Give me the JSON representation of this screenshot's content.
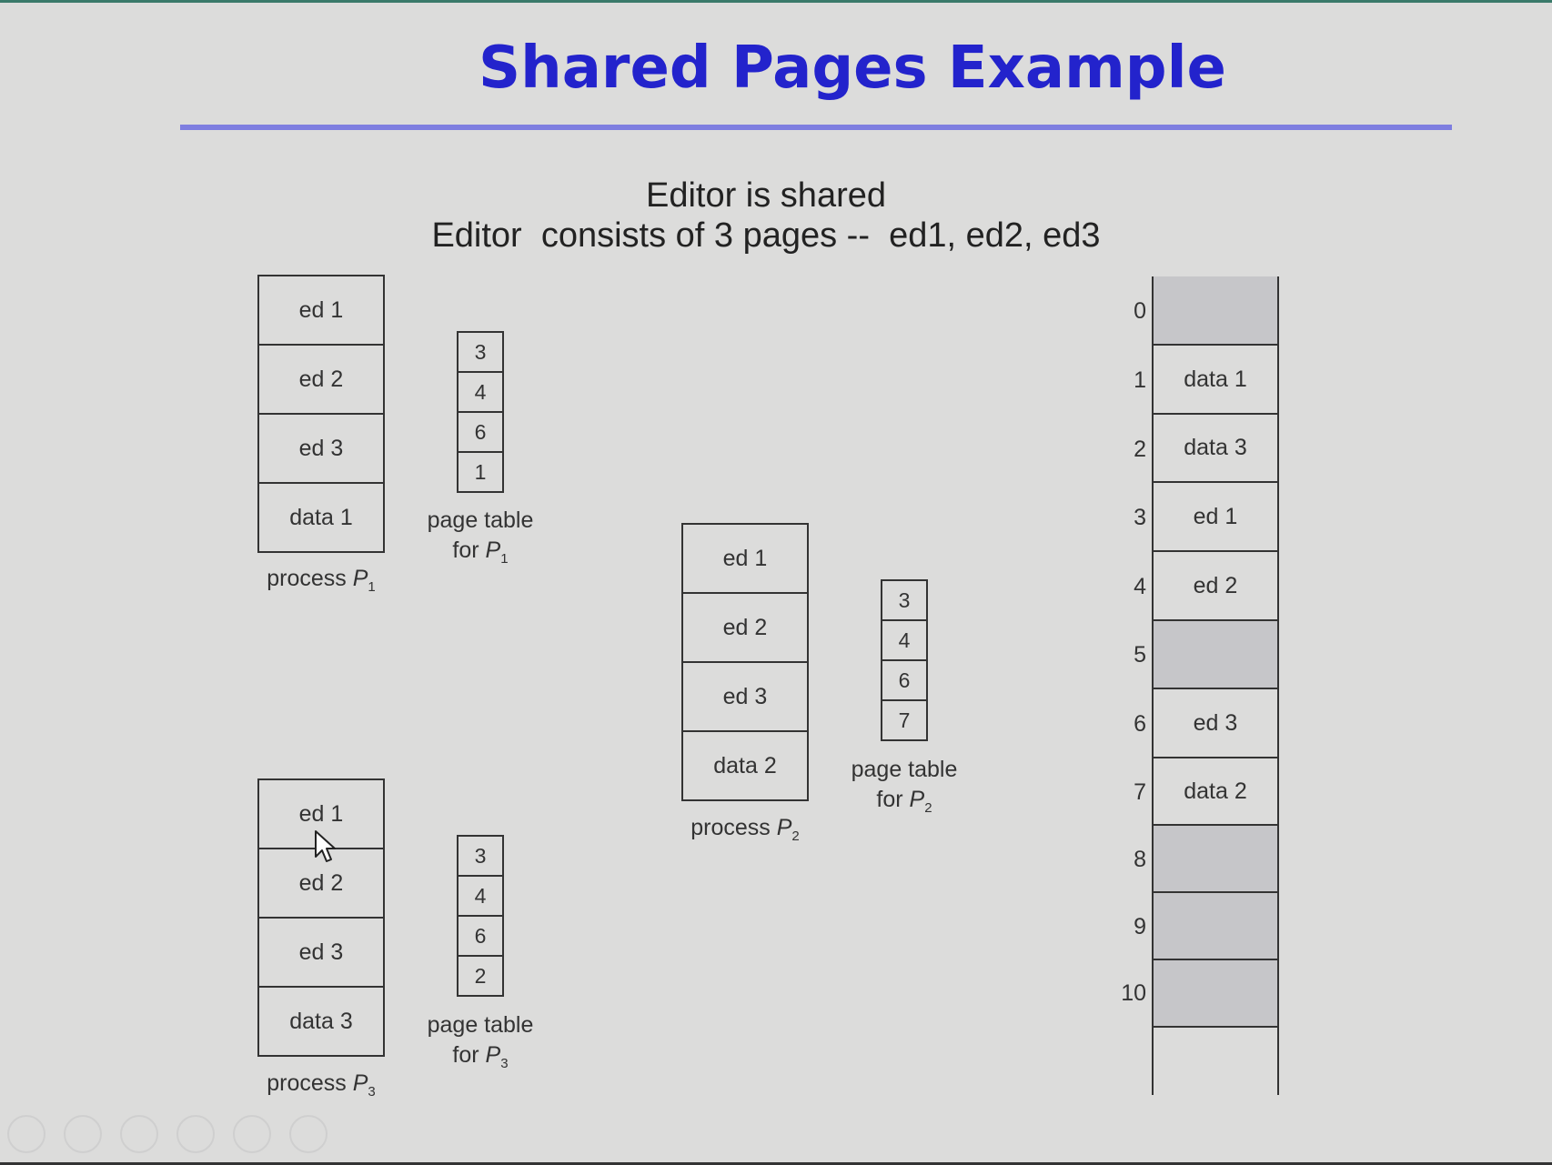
{
  "slide": {
    "title": "Shared Pages Example",
    "subtitle_line1": "Editor is shared",
    "subtitle_line2": "Editor  consists of 3 pages --  ed1, ed2, ed3"
  },
  "process_p1": {
    "pages": [
      "ed 1",
      "ed 2",
      "ed 3",
      "data 1"
    ],
    "caption": "process ",
    "caption_var": "P",
    "caption_sub": "1",
    "page_table": [
      "3",
      "4",
      "6",
      "1"
    ],
    "table_caption_line1": "page table",
    "table_caption_line2": "for ",
    "table_caption_var": "P",
    "table_caption_sub": "1"
  },
  "process_p2": {
    "pages": [
      "ed 1",
      "ed 2",
      "ed 3",
      "data 2"
    ],
    "caption": "process ",
    "caption_var": "P",
    "caption_sub": "2",
    "page_table": [
      "3",
      "4",
      "6",
      "7"
    ],
    "table_caption_line1": "page table",
    "table_caption_line2": "for ",
    "table_caption_var": "P",
    "table_caption_sub": "2"
  },
  "process_p3": {
    "pages": [
      "ed 1",
      "ed 2",
      "ed 3",
      "data 3"
    ],
    "caption": "process ",
    "caption_var": "P",
    "caption_sub": "3",
    "page_table": [
      "3",
      "4",
      "6",
      "2"
    ],
    "table_caption_line1": "page table",
    "table_caption_line2": "for ",
    "table_caption_var": "P",
    "table_caption_sub": "3"
  },
  "physical_memory": {
    "frames": [
      {
        "number": "0",
        "content": ""
      },
      {
        "number": "1",
        "content": "data 1"
      },
      {
        "number": "2",
        "content": "data 3"
      },
      {
        "number": "3",
        "content": "ed 1"
      },
      {
        "number": "4",
        "content": "ed 2"
      },
      {
        "number": "5",
        "content": ""
      },
      {
        "number": "6",
        "content": "ed 3"
      },
      {
        "number": "7",
        "content": "data 2"
      },
      {
        "number": "8",
        "content": ""
      },
      {
        "number": "9",
        "content": ""
      },
      {
        "number": "10",
        "content": ""
      }
    ]
  },
  "colors": {
    "title": "#2323cc",
    "rule": "#7e7ee0",
    "background": "#dcdcdb",
    "free_frame": "#c6c6c9"
  }
}
